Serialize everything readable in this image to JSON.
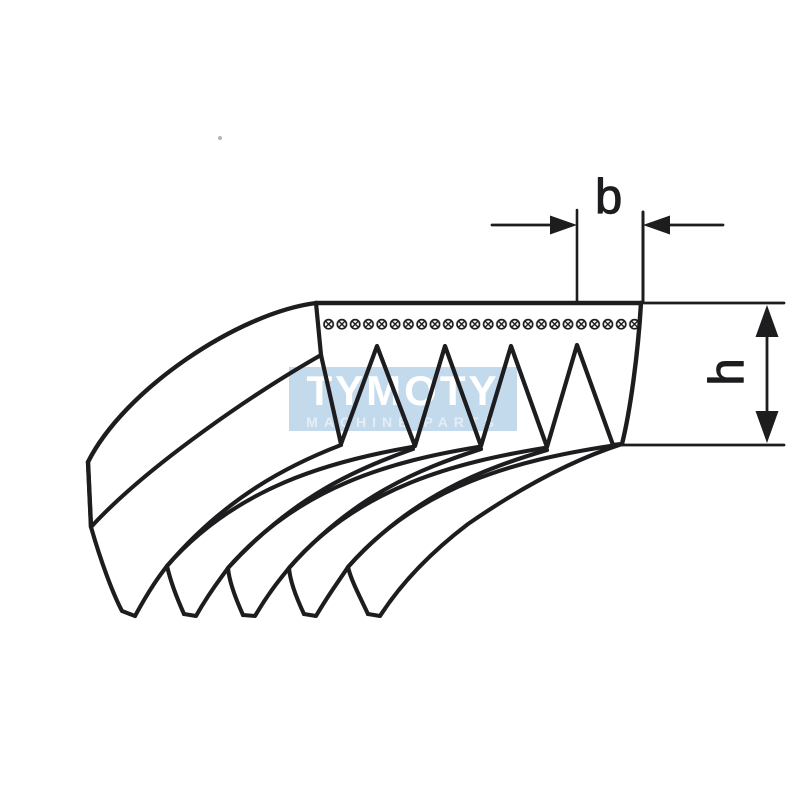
{
  "page": {
    "background_color": "#ffffff"
  },
  "watermark": {
    "title": "TYMOTY",
    "subtitle": "MACHINE PARTS",
    "panel_color": "#c3daec",
    "title_color": "#ffffff",
    "subtitle_color": "#e3eef7"
  },
  "drawing": {
    "line_color": "#1d1d20",
    "cross_section_rib_count": 5,
    "perspective_rib_tip_count": 5,
    "cord_band": {
      "symbol": "circle-cross-cord",
      "count": 24
    },
    "dimensions": {
      "width_label": "b",
      "height_label": "h"
    }
  }
}
